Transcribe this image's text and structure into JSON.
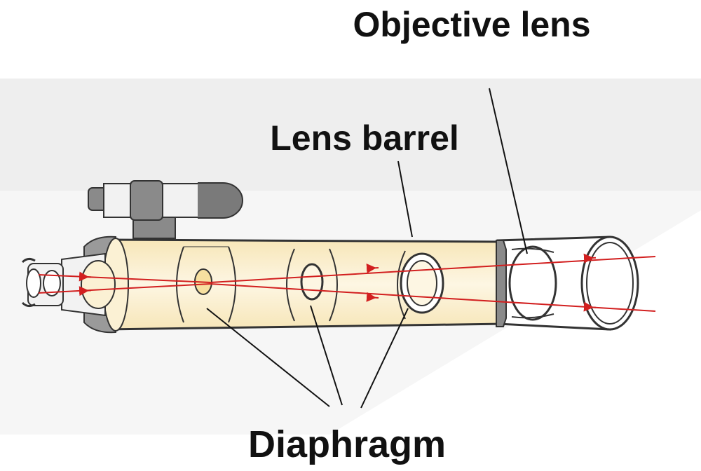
{
  "labels": {
    "objective_lens": "Objective lens",
    "lens_barrel": "Lens barrel",
    "diaphragm": "Diaphragm"
  },
  "colors": {
    "ray": "#d21f1f",
    "barrel_tint": "#fbf1d4",
    "background_band": "#eeeeee",
    "outline": "#333333",
    "fitting_gray": "#8a8a8a"
  }
}
